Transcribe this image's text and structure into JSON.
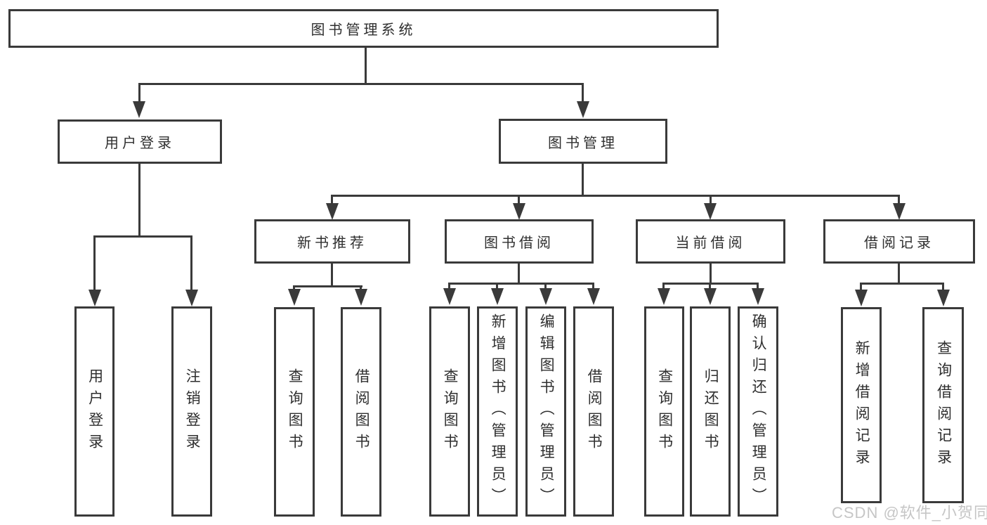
{
  "nodes": {
    "root": "图书管理系统",
    "user_login": "用户登录",
    "book_mgmt": "图书管理",
    "user_login_children": [
      "用户登录",
      "注销登录"
    ],
    "sections": [
      {
        "label": "新书推荐",
        "children": [
          "查询图书",
          "借阅图书"
        ]
      },
      {
        "label": "图书借阅",
        "children": [
          "查询图书",
          "新增图书（管理员）",
          "编辑图书（管理员）",
          "借阅图书"
        ]
      },
      {
        "label": "当前借阅",
        "children": [
          "查询图书",
          "归还图书",
          "确认归还（管理员）"
        ]
      },
      {
        "label": "借阅记录",
        "children": [
          "新增借阅记录",
          "查询借阅记录"
        ]
      }
    ]
  },
  "watermark": "CSDN @软件_小贺同学",
  "colors": {
    "line": "#3a3a3a",
    "text": "#2f2f2f",
    "watermark": "#c6c6c6",
    "background": "#ffffff"
  }
}
